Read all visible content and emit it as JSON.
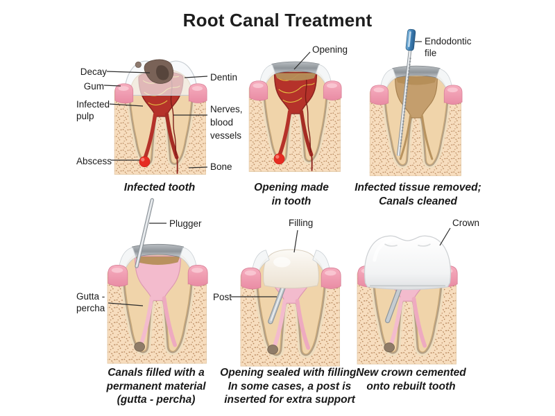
{
  "title": "Root Canal Treatment",
  "colors": {
    "pulp_red": "#b5322a",
    "abscess_red": "#e62c22",
    "gutta_pink": "#f3bbcd",
    "gum_pink": "#f0a3b6",
    "bone_cream": "#f7ddbe",
    "dentin_tan": "#f0d4aa",
    "enamel_white": "#f4f8fa",
    "metal_gray": "#c6cbd0",
    "file_handle_blue": "#3d7fb5",
    "text_dark": "#1d1d1d"
  },
  "panels": [
    {
      "name": "infected-tooth",
      "caption": "Infected tooth",
      "labels": [
        {
          "name": "decay",
          "text": "Decay"
        },
        {
          "name": "gum",
          "text": "Gum"
        },
        {
          "name": "infected-pulp",
          "text": "Infected\npulp"
        },
        {
          "name": "abscess",
          "text": "Abscess"
        },
        {
          "name": "dentin",
          "text": "Dentin"
        },
        {
          "name": "nerves-blood-vessels",
          "text": "Nerves,\nblood\nvessels"
        },
        {
          "name": "bone",
          "text": "Bone"
        }
      ]
    },
    {
      "name": "opening-made",
      "caption": "Opening made\nin tooth",
      "labels": [
        {
          "name": "opening",
          "text": "Opening"
        }
      ]
    },
    {
      "name": "canals-cleaned",
      "caption": "Infected tissue removed;\nCanals cleaned",
      "labels": [
        {
          "name": "endodontic-file",
          "text": "Endodontic\nfile"
        }
      ]
    },
    {
      "name": "canals-filled",
      "caption": "Canals filled with a\npermanent material\n(gutta - percha)",
      "labels": [
        {
          "name": "plugger",
          "text": "Plugger"
        },
        {
          "name": "gutta-percha",
          "text": "Gutta -\npercha"
        }
      ]
    },
    {
      "name": "opening-sealed",
      "caption": "Opening sealed with filling.\nIn some cases, a post is\ninserted for extra support",
      "labels": [
        {
          "name": "filling",
          "text": "Filling"
        },
        {
          "name": "post",
          "text": "Post"
        }
      ]
    },
    {
      "name": "new-crown",
      "caption": "New crown cemented\nonto rebuilt tooth",
      "labels": [
        {
          "name": "crown",
          "text": "Crown"
        }
      ]
    }
  ]
}
